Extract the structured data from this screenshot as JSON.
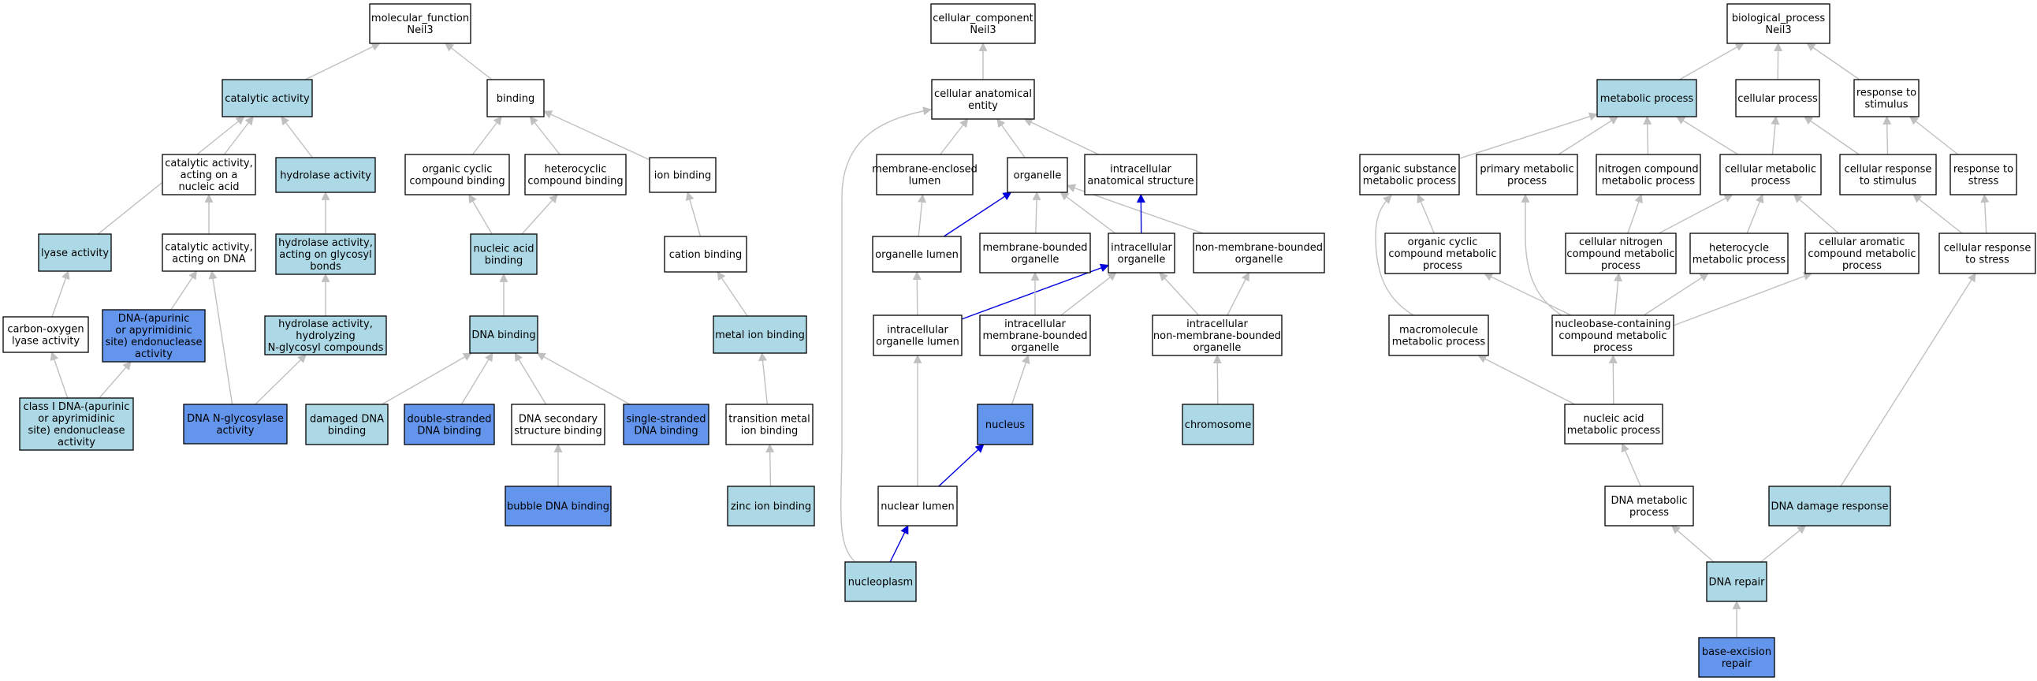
{
  "colors": {
    "plain": "#ffffff",
    "light": "#add8e6",
    "strong": "#6495ed",
    "edge_grey": "#c0c0c0",
    "edge_blue": "#0000dd"
  },
  "nodes": [
    {
      "id": "mf",
      "lines": [
        "molecular_function",
        "Neil3"
      ],
      "fill": "plain"
    },
    {
      "id": "catalytic",
      "lines": [
        "catalytic activity"
      ],
      "fill": "light"
    },
    {
      "id": "binding",
      "lines": [
        "binding"
      ],
      "fill": "plain"
    },
    {
      "id": "cat_nucleic",
      "lines": [
        "catalytic activity,",
        "acting on a",
        "nucleic acid"
      ],
      "fill": "plain"
    },
    {
      "id": "hydrolase",
      "lines": [
        "hydrolase activity"
      ],
      "fill": "light"
    },
    {
      "id": "org_cyclic_bind",
      "lines": [
        "organic cyclic",
        "compound binding"
      ],
      "fill": "plain"
    },
    {
      "id": "hetero_bind",
      "lines": [
        "heterocyclic",
        "compound binding"
      ],
      "fill": "plain"
    },
    {
      "id": "ion_bind",
      "lines": [
        "ion binding"
      ],
      "fill": "plain"
    },
    {
      "id": "lyase",
      "lines": [
        "lyase activity"
      ],
      "fill": "light"
    },
    {
      "id": "cat_dna",
      "lines": [
        "catalytic activity,",
        "acting on DNA"
      ],
      "fill": "plain"
    },
    {
      "id": "hyd_glyco",
      "lines": [
        "hydrolase activity,",
        "acting on glycosyl",
        "bonds"
      ],
      "fill": "light"
    },
    {
      "id": "nucleic_bind",
      "lines": [
        "nucleic acid",
        "binding"
      ],
      "fill": "light"
    },
    {
      "id": "cation_bind",
      "lines": [
        "cation binding"
      ],
      "fill": "plain"
    },
    {
      "id": "co_lyase",
      "lines": [
        "carbon-oxygen",
        "lyase activity"
      ],
      "fill": "plain"
    },
    {
      "id": "ap_endo",
      "lines": [
        "DNA-(apurinic",
        "or apyrimidinic",
        "site) endonuclease",
        "activity"
      ],
      "fill": "strong"
    },
    {
      "id": "hyd_nglyco",
      "lines": [
        "hydrolase activity,",
        "hydrolyzing",
        "N-glycosyl compounds"
      ],
      "fill": "light"
    },
    {
      "id": "dna_bind",
      "lines": [
        "DNA binding"
      ],
      "fill": "light"
    },
    {
      "id": "metal_bind",
      "lines": [
        "metal ion binding"
      ],
      "fill": "light"
    },
    {
      "id": "class1_ap",
      "lines": [
        "class I DNA-(apurinic",
        "or apyrimidinic",
        "site) endonuclease",
        "activity"
      ],
      "fill": "light"
    },
    {
      "id": "glycosylase",
      "lines": [
        "DNA N-glycosylase",
        "activity"
      ],
      "fill": "strong"
    },
    {
      "id": "damaged_bind",
      "lines": [
        "damaged DNA",
        "binding"
      ],
      "fill": "light"
    },
    {
      "id": "ds_bind",
      "lines": [
        "double-stranded",
        "DNA binding"
      ],
      "fill": "strong"
    },
    {
      "id": "secondary_bind",
      "lines": [
        "DNA secondary",
        "structure binding"
      ],
      "fill": "plain"
    },
    {
      "id": "ss_bind",
      "lines": [
        "single-stranded",
        "DNA binding"
      ],
      "fill": "strong"
    },
    {
      "id": "tm_bind",
      "lines": [
        "transition metal",
        "ion binding"
      ],
      "fill": "plain"
    },
    {
      "id": "bubble_bind",
      "lines": [
        "bubble DNA binding"
      ],
      "fill": "strong"
    },
    {
      "id": "zinc_bind",
      "lines": [
        "zinc ion binding"
      ],
      "fill": "light"
    },
    {
      "id": "cc",
      "lines": [
        "cellular_component",
        "Neil3"
      ],
      "fill": "plain"
    },
    {
      "id": "cae",
      "lines": [
        "cellular anatomical",
        "entity"
      ],
      "fill": "plain"
    },
    {
      "id": "mem_lumen",
      "lines": [
        "membrane-enclosed",
        "lumen"
      ],
      "fill": "plain"
    },
    {
      "id": "organelle",
      "lines": [
        "organelle"
      ],
      "fill": "plain"
    },
    {
      "id": "ias",
      "lines": [
        "intracellular",
        "anatomical structure"
      ],
      "fill": "plain"
    },
    {
      "id": "org_lumen",
      "lines": [
        "organelle lumen"
      ],
      "fill": "plain"
    },
    {
      "id": "mb_org",
      "lines": [
        "membrane-bounded",
        "organelle"
      ],
      "fill": "plain"
    },
    {
      "id": "ic_org",
      "lines": [
        "intracellular",
        "organelle"
      ],
      "fill": "plain"
    },
    {
      "id": "nmb_org",
      "lines": [
        "non-membrane-bounded",
        "organelle"
      ],
      "fill": "plain"
    },
    {
      "id": "ic_org_lumen",
      "lines": [
        "intracellular",
        "organelle lumen"
      ],
      "fill": "plain"
    },
    {
      "id": "ic_mb_org",
      "lines": [
        "intracellular",
        "membrane-bounded",
        "organelle"
      ],
      "fill": "plain"
    },
    {
      "id": "ic_nmb_org",
      "lines": [
        "intracellular",
        "non-membrane-bounded",
        "organelle"
      ],
      "fill": "plain"
    },
    {
      "id": "nucleus",
      "lines": [
        "nucleus"
      ],
      "fill": "strong"
    },
    {
      "id": "chromosome",
      "lines": [
        "chromosome"
      ],
      "fill": "light"
    },
    {
      "id": "nuc_lumen",
      "lines": [
        "nuclear lumen"
      ],
      "fill": "plain"
    },
    {
      "id": "nucleoplasm",
      "lines": [
        "nucleoplasm"
      ],
      "fill": "light"
    },
    {
      "id": "bp",
      "lines": [
        "biological_process",
        "Neil3"
      ],
      "fill": "plain"
    },
    {
      "id": "metabolic",
      "lines": [
        "metabolic process"
      ],
      "fill": "light"
    },
    {
      "id": "cellular_proc",
      "lines": [
        "cellular process"
      ],
      "fill": "plain"
    },
    {
      "id": "resp_stim",
      "lines": [
        "response to",
        "stimulus"
      ],
      "fill": "plain"
    },
    {
      "id": "org_sub",
      "lines": [
        "organic substance",
        "metabolic process"
      ],
      "fill": "plain"
    },
    {
      "id": "primary",
      "lines": [
        "primary metabolic",
        "process"
      ],
      "fill": "plain"
    },
    {
      "id": "nitrogen",
      "lines": [
        "nitrogen compound",
        "metabolic process"
      ],
      "fill": "plain"
    },
    {
      "id": "cell_met",
      "lines": [
        "cellular metabolic",
        "process"
      ],
      "fill": "plain"
    },
    {
      "id": "cell_resp_stim",
      "lines": [
        "cellular response",
        "to stimulus"
      ],
      "fill": "plain"
    },
    {
      "id": "resp_stress",
      "lines": [
        "response to",
        "stress"
      ],
      "fill": "plain"
    },
    {
      "id": "org_cyclic_met",
      "lines": [
        "organic cyclic",
        "compound metabolic",
        "process"
      ],
      "fill": "plain"
    },
    {
      "id": "cell_nitrogen",
      "lines": [
        "cellular nitrogen",
        "compound metabolic",
        "process"
      ],
      "fill": "plain"
    },
    {
      "id": "heterocycle",
      "lines": [
        "heterocycle",
        "metabolic process"
      ],
      "fill": "plain"
    },
    {
      "id": "cell_aromatic",
      "lines": [
        "cellular aromatic",
        "compound metabolic",
        "process"
      ],
      "fill": "plain"
    },
    {
      "id": "cell_resp_stress",
      "lines": [
        "cellular response",
        "to stress"
      ],
      "fill": "plain"
    },
    {
      "id": "macromol",
      "lines": [
        "macromolecule",
        "metabolic process"
      ],
      "fill": "plain"
    },
    {
      "id": "nucleobase",
      "lines": [
        "nucleobase-containing",
        "compound metabolic",
        "process"
      ],
      "fill": "plain"
    },
    {
      "id": "nucleic_met",
      "lines": [
        "nucleic acid",
        "metabolic process"
      ],
      "fill": "plain"
    },
    {
      "id": "dna_met",
      "lines": [
        "DNA metabolic",
        "process"
      ],
      "fill": "plain"
    },
    {
      "id": "dna_damage",
      "lines": [
        "DNA damage response"
      ],
      "fill": "light"
    },
    {
      "id": "dna_repair",
      "lines": [
        "DNA repair"
      ],
      "fill": "light"
    },
    {
      "id": "ber",
      "lines": [
        "base-excision",
        "repair"
      ],
      "fill": "strong"
    }
  ],
  "edges": [
    [
      "catalytic",
      "mf",
      "grey"
    ],
    [
      "binding",
      "mf",
      "grey"
    ],
    [
      "cat_nucleic",
      "catalytic",
      "grey"
    ],
    [
      "hydrolase",
      "catalytic",
      "grey"
    ],
    [
      "lyase",
      "catalytic",
      "grey"
    ],
    [
      "org_cyclic_bind",
      "binding",
      "grey"
    ],
    [
      "hetero_bind",
      "binding",
      "grey"
    ],
    [
      "ion_bind",
      "binding",
      "grey"
    ],
    [
      "cat_dna",
      "cat_nucleic",
      "grey"
    ],
    [
      "hyd_glyco",
      "hydrolase",
      "grey"
    ],
    [
      "nucleic_bind",
      "org_cyclic_bind",
      "grey"
    ],
    [
      "nucleic_bind",
      "hetero_bind",
      "grey"
    ],
    [
      "cation_bind",
      "ion_bind",
      "grey"
    ],
    [
      "co_lyase",
      "lyase",
      "grey"
    ],
    [
      "ap_endo",
      "cat_dna",
      "grey"
    ],
    [
      "glycosylase",
      "cat_dna",
      "grey"
    ],
    [
      "hyd_nglyco",
      "hyd_glyco",
      "grey"
    ],
    [
      "dna_bind",
      "nucleic_bind",
      "grey"
    ],
    [
      "metal_bind",
      "cation_bind",
      "grey"
    ],
    [
      "class1_ap",
      "co_lyase",
      "grey"
    ],
    [
      "class1_ap",
      "ap_endo",
      "grey"
    ],
    [
      "glycosylase",
      "hyd_nglyco",
      "grey"
    ],
    [
      "damaged_bind",
      "dna_bind",
      "grey"
    ],
    [
      "ds_bind",
      "dna_bind",
      "grey"
    ],
    [
      "secondary_bind",
      "dna_bind",
      "grey"
    ],
    [
      "ss_bind",
      "dna_bind",
      "grey"
    ],
    [
      "tm_bind",
      "metal_bind",
      "grey"
    ],
    [
      "bubble_bind",
      "secondary_bind",
      "grey"
    ],
    [
      "zinc_bind",
      "tm_bind",
      "grey"
    ],
    [
      "cae",
      "cc",
      "grey"
    ],
    [
      "mem_lumen",
      "cae",
      "grey"
    ],
    [
      "organelle",
      "cae",
      "grey"
    ],
    [
      "ias",
      "cae",
      "grey"
    ],
    [
      "nucleoplasm",
      "cae",
      "grey"
    ],
    [
      "org_lumen",
      "mem_lumen",
      "grey"
    ],
    [
      "org_lumen",
      "organelle",
      "blue"
    ],
    [
      "mb_org",
      "organelle",
      "grey"
    ],
    [
      "ic_org",
      "organelle",
      "grey"
    ],
    [
      "nmb_org",
      "organelle",
      "grey"
    ],
    [
      "ic_org",
      "ias",
      "blue"
    ],
    [
      "ic_org_lumen",
      "org_lumen",
      "grey"
    ],
    [
      "ic_org_lumen",
      "ic_org",
      "blue"
    ],
    [
      "ic_mb_org",
      "mb_org",
      "grey"
    ],
    [
      "ic_mb_org",
      "ic_org",
      "grey"
    ],
    [
      "ic_nmb_org",
      "ic_org",
      "grey"
    ],
    [
      "ic_nmb_org",
      "nmb_org",
      "grey"
    ],
    [
      "nucleus",
      "ic_mb_org",
      "grey"
    ],
    [
      "chromosome",
      "ic_nmb_org",
      "grey"
    ],
    [
      "nuc_lumen",
      "ic_org_lumen",
      "grey"
    ],
    [
      "nuc_lumen",
      "nucleus",
      "blue"
    ],
    [
      "nucleoplasm",
      "nuc_lumen",
      "blue"
    ],
    [
      "metabolic",
      "bp",
      "grey"
    ],
    [
      "cellular_proc",
      "bp",
      "grey"
    ],
    [
      "resp_stim",
      "bp",
      "grey"
    ],
    [
      "org_sub",
      "metabolic",
      "grey"
    ],
    [
      "primary",
      "metabolic",
      "grey"
    ],
    [
      "nitrogen",
      "metabolic",
      "grey"
    ],
    [
      "cell_met",
      "metabolic",
      "grey"
    ],
    [
      "cell_met",
      "cellular_proc",
      "grey"
    ],
    [
      "cell_resp_stim",
      "cellular_proc",
      "grey"
    ],
    [
      "cell_resp_stim",
      "resp_stim",
      "grey"
    ],
    [
      "resp_stress",
      "resp_stim",
      "grey"
    ],
    [
      "org_cyclic_met",
      "org_sub",
      "grey"
    ],
    [
      "cell_nitrogen",
      "nitrogen",
      "grey"
    ],
    [
      "cell_nitrogen",
      "cell_met",
      "grey"
    ],
    [
      "heterocycle",
      "cell_met",
      "grey"
    ],
    [
      "cell_aromatic",
      "cell_met",
      "grey"
    ],
    [
      "cell_resp_stress",
      "cell_resp_stim",
      "grey"
    ],
    [
      "cell_resp_stress",
      "resp_stress",
      "grey"
    ],
    [
      "macromol",
      "org_sub",
      "grey"
    ],
    [
      "nucleobase",
      "org_cyclic_met",
      "grey"
    ],
    [
      "nucleobase",
      "cell_nitrogen",
      "grey"
    ],
    [
      "nucleobase",
      "heterocycle",
      "grey"
    ],
    [
      "nucleobase",
      "cell_aromatic",
      "grey"
    ],
    [
      "nucleobase",
      "primary",
      "grey"
    ],
    [
      "nucleic_met",
      "macromol",
      "grey"
    ],
    [
      "nucleic_met",
      "nucleobase",
      "grey"
    ],
    [
      "dna_met",
      "nucleic_met",
      "grey"
    ],
    [
      "dna_damage",
      "cell_resp_stress",
      "grey"
    ],
    [
      "dna_repair",
      "dna_met",
      "grey"
    ],
    [
      "dna_repair",
      "dna_damage",
      "grey"
    ],
    [
      "ber",
      "dna_repair",
      "grey"
    ]
  ]
}
